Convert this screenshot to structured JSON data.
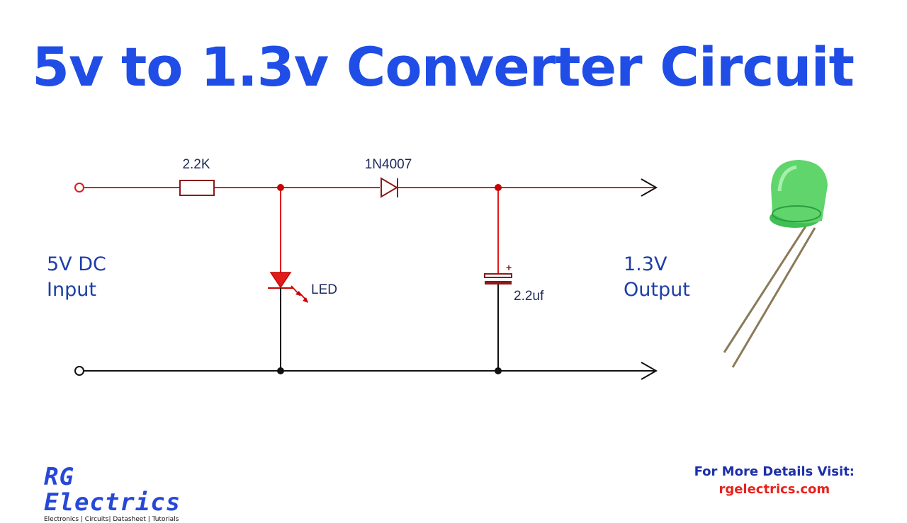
{
  "title": "5v to 1.3v Converter Circuit",
  "input_label": {
    "line1": "5V DC",
    "line2": "Input"
  },
  "output_label": {
    "line1": "1.3V",
    "line2": "Output"
  },
  "components": {
    "resistor": "2.2K",
    "diode": "1N4007",
    "led": "LED",
    "capacitor": "2.2uf"
  },
  "logo": {
    "name": "RG Electrics",
    "tagline": "Electronics | Circuits| Datasheet | Tutorials"
  },
  "footer": {
    "visit_text": "For More Details Visit:",
    "url": "rgelectrics.com"
  },
  "colors": {
    "title": "#1f4de6",
    "positive_wire": "#e01b1b",
    "ground_wire": "#111111",
    "component": "#8b1a1a",
    "label": "#1d3ea8",
    "url": "#e8211b"
  }
}
